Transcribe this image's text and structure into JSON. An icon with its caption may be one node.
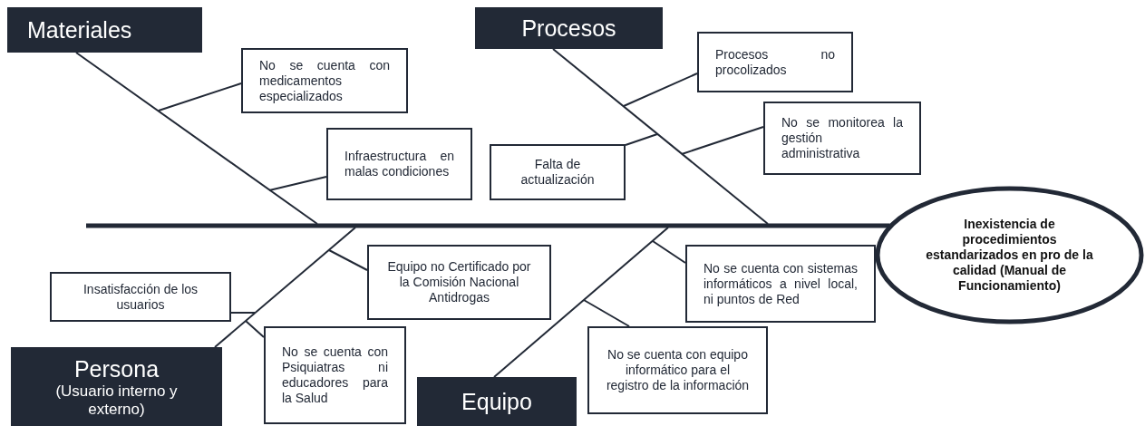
{
  "diagram": {
    "nodes": [
      {
        "text": [
          "Materiales"
        ]
      },
      {
        "text": [
          "Procesos"
        ]
      },
      {
        "text": [
          "No se cuenta con medicamentos especializados"
        ]
      },
      {
        "text": [
          "Infraestructura en malas condiciones"
        ]
      },
      {
        "text": [
          "Falta de actualización"
        ]
      },
      {
        "text": [
          "Procesos no procolizados"
        ]
      },
      {
        "text": [
          "No se monitorea la gestión administrativa"
        ]
      },
      {
        "text": [
          "Inexistencia de procedimientos estandarizados en pro de la calidad (Manual de Funcionamiento)"
        ]
      },
      {
        "text": [
          "Insatisfacción de los usuarios"
        ]
      },
      {
        "text": [
          "Equipo no Certificado por la Comisión Nacional Antidrogas"
        ]
      },
      {
        "text": [
          "Persona",
          "(Usuario interno y externo)"
        ]
      },
      {
        "text": [
          "No se cuenta con Psiquiatras ni educadores para la Salud"
        ]
      },
      {
        "text": [
          "No se cuenta con sistemas informáticos a nivel local, ni puntos de Red"
        ]
      },
      {
        "text": [
          "Equipo"
        ]
      },
      {
        "text": [
          "No se cuenta con equipo informático para el registro de la información"
        ]
      }
    ],
    "edges": [
      {
        "from": null,
        "to": 7,
        "arrow": "none",
        "style": "thick"
      },
      {
        "from": 0,
        "to": null,
        "arrow": "none"
      },
      {
        "from": 1,
        "to": null,
        "arrow": "none"
      },
      {
        "from": 10,
        "to": null,
        "arrow": "none"
      },
      {
        "from": 13,
        "to": null,
        "arrow": "none"
      },
      {
        "from": 2,
        "to": null,
        "arrow": "none"
      },
      {
        "from": 3,
        "to": null,
        "arrow": "none"
      },
      {
        "from": 4,
        "to": null,
        "arrow": "none"
      },
      {
        "from": 5,
        "to": null,
        "arrow": "none"
      },
      {
        "from": 6,
        "to": null,
        "arrow": "none"
      },
      {
        "from": 8,
        "to": null,
        "arrow": "none"
      },
      {
        "from": 9,
        "to": null,
        "arrow": "none"
      },
      {
        "from": 11,
        "to": null,
        "arrow": "none"
      },
      {
        "from": 12,
        "to": null,
        "arrow": "none"
      },
      {
        "from": 14,
        "to": null,
        "arrow": "none"
      }
    ]
  }
}
